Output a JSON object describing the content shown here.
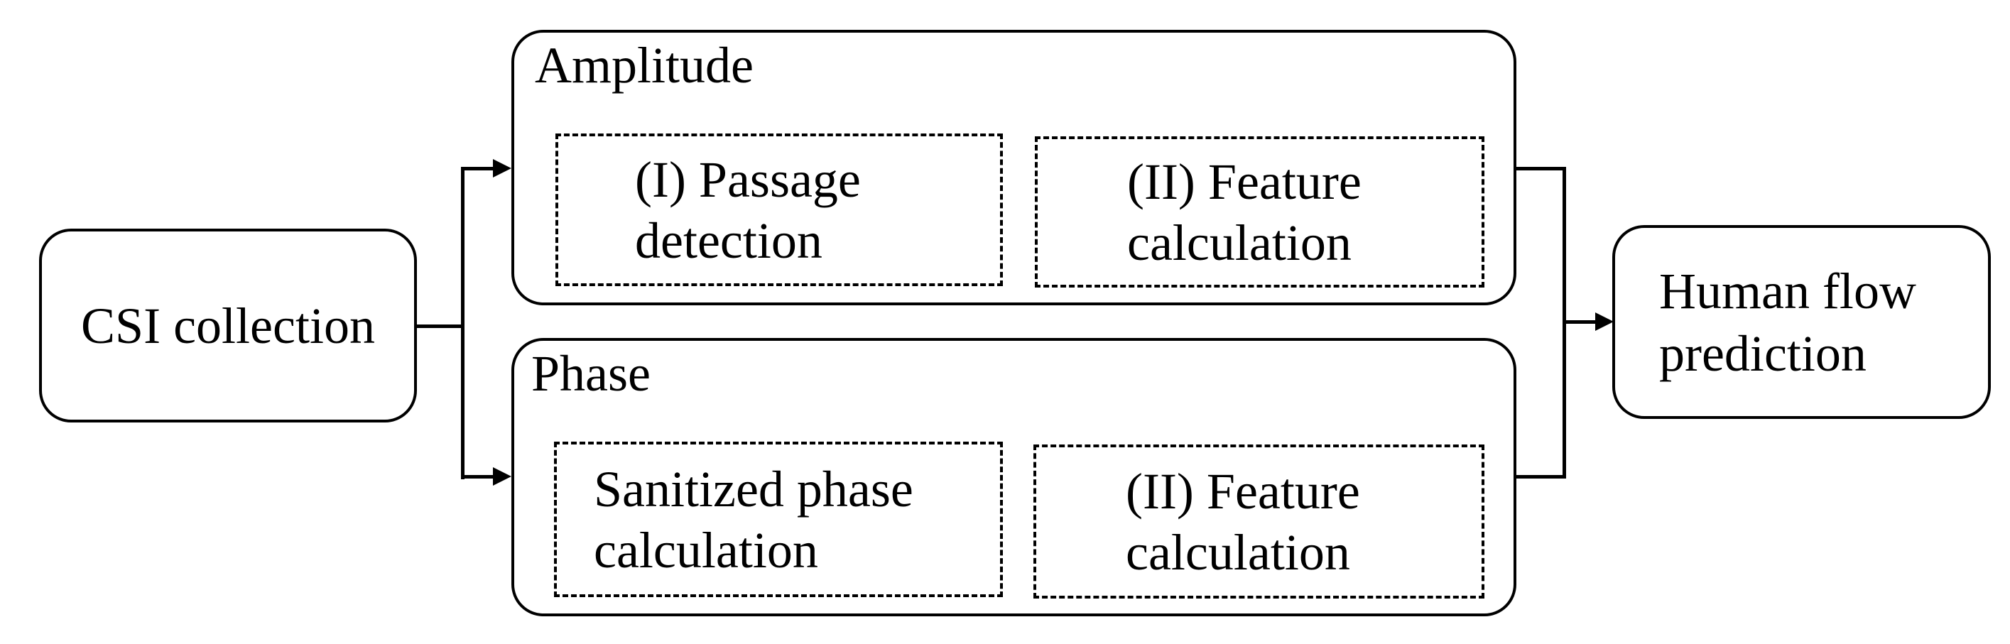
{
  "colors": {
    "stroke": "#000000",
    "background": "#ffffff",
    "text": "#000000"
  },
  "nodes": {
    "csi": {
      "label": "CSI collection"
    },
    "amplitude": {
      "title": "Amplitude",
      "steps": [
        {
          "line1": "(I) Passage",
          "line2": "detection"
        },
        {
          "line1": "(II) Feature",
          "line2": "calculation"
        }
      ]
    },
    "phase": {
      "title": "Phase",
      "steps": [
        {
          "line1": "Sanitized phase",
          "line2": "calculation"
        },
        {
          "line1": "(II) Feature",
          "line2": "calculation"
        }
      ]
    },
    "prediction": {
      "line1": "Human flow",
      "line2": "prediction"
    }
  }
}
